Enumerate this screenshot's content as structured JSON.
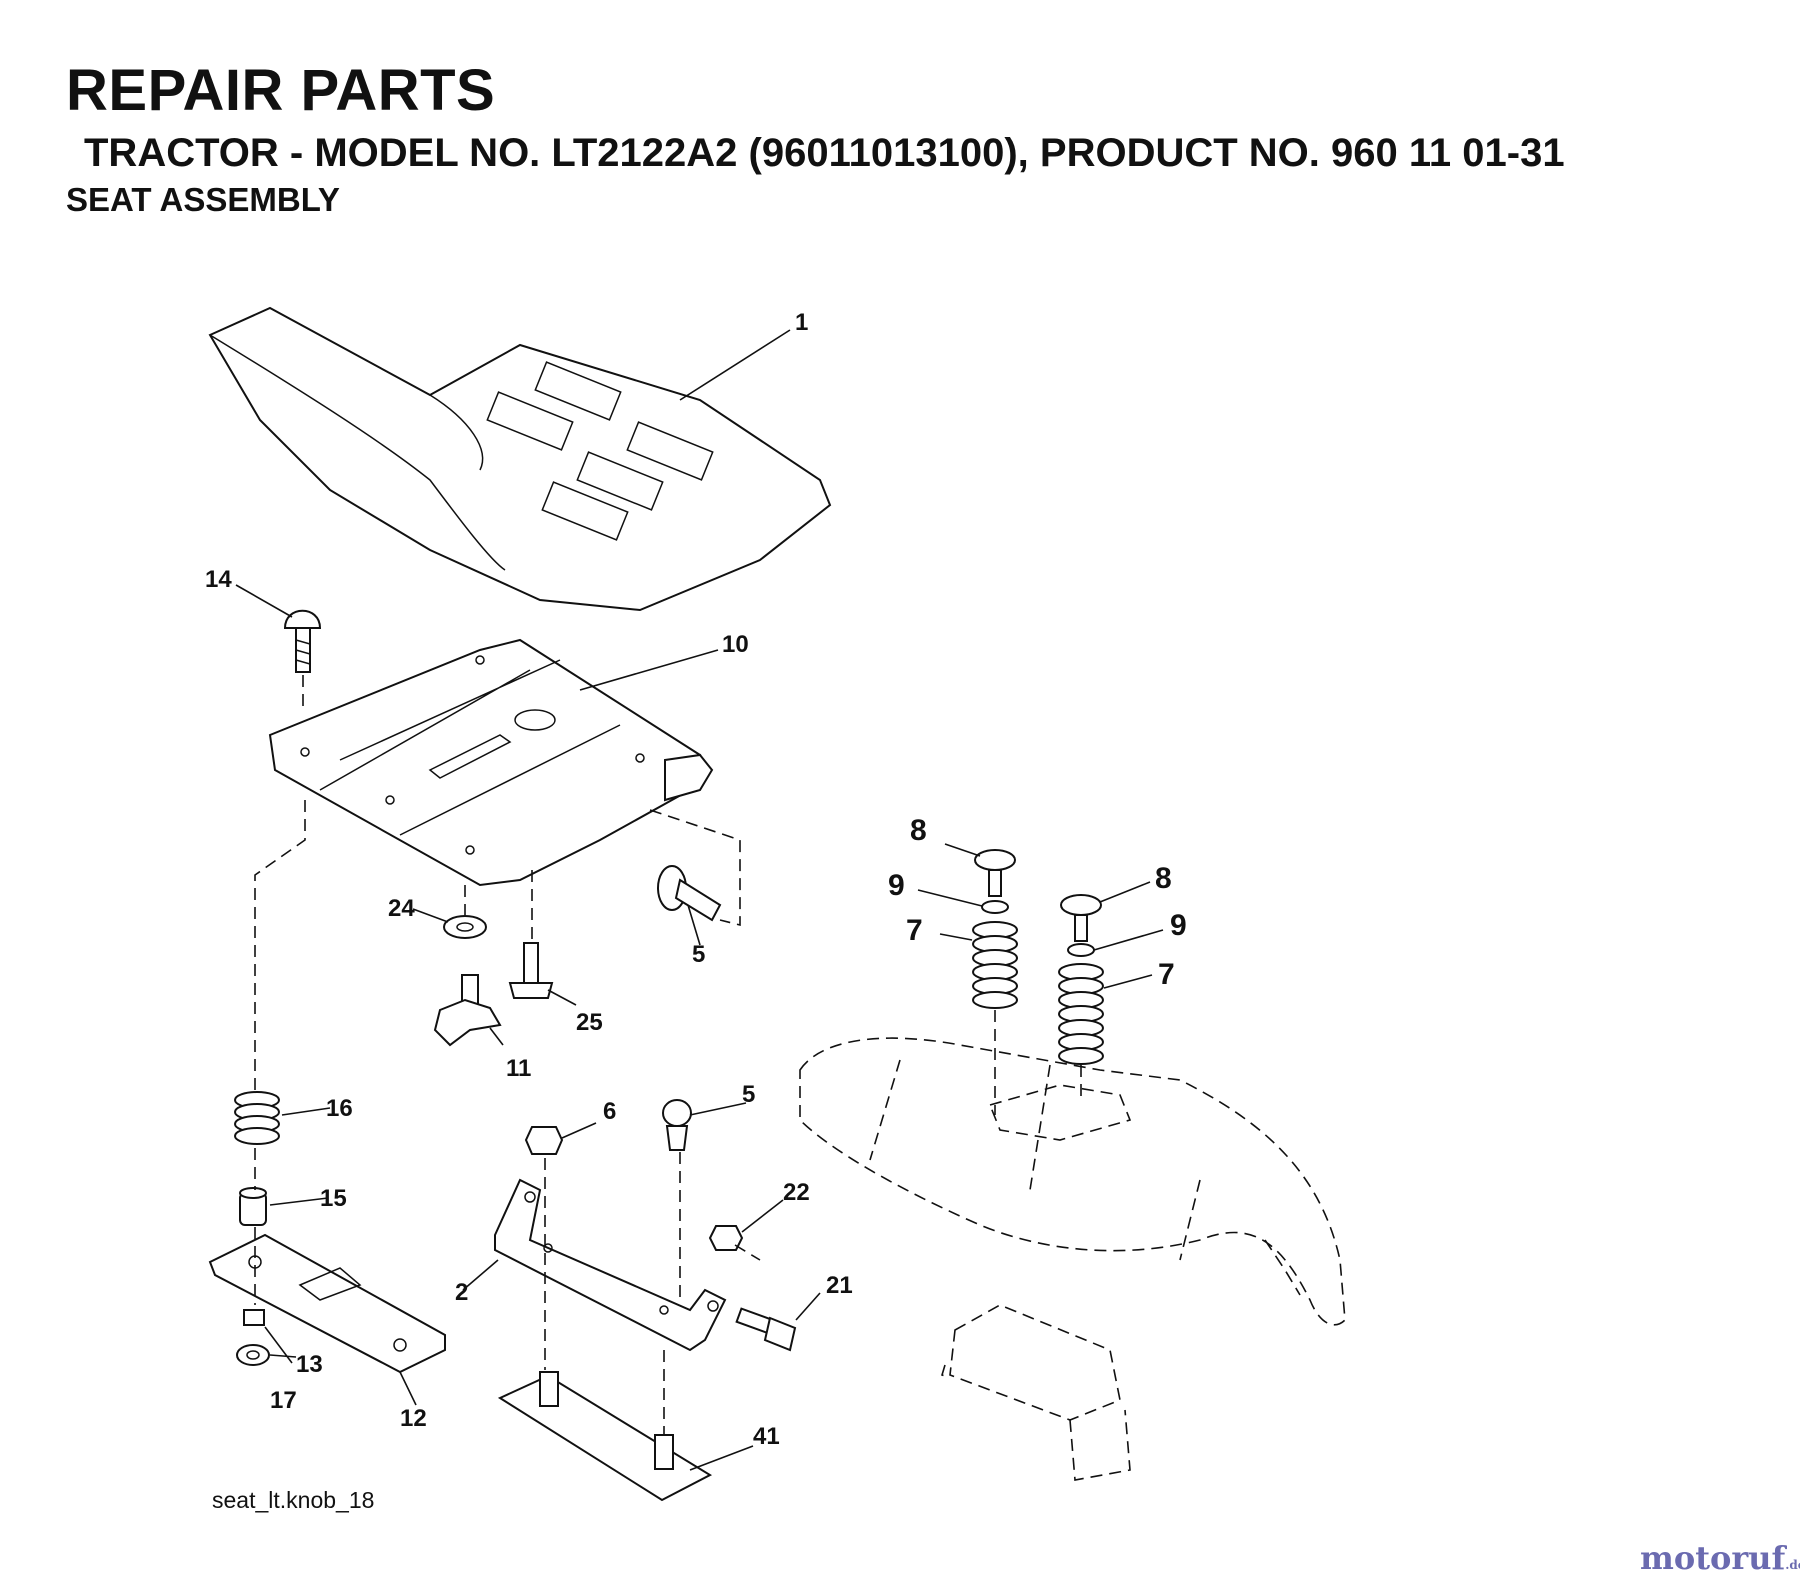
{
  "header": {
    "title": "REPAIR PARTS",
    "subtitle": "TRACTOR - MODEL NO. LT2122A2 (96011013100),  PRODUCT NO. 960 11 01-31",
    "section": "SEAT ASSEMBLY"
  },
  "callouts": {
    "p1": "1",
    "p2": "2",
    "p5a": "5",
    "p5b": "5",
    "p6": "6",
    "p7a": "7",
    "p7b": "7",
    "p8a": "8",
    "p8b": "8",
    "p9a": "9",
    "p9b": "9",
    "p10": "10",
    "p11": "11",
    "p12": "12",
    "p13": "13",
    "p14": "14",
    "p15": "15",
    "p16": "16",
    "p17": "17",
    "p21": "21",
    "p22": "22",
    "p24": "24",
    "p25": "25",
    "p41": "41"
  },
  "footer": {
    "file_label": "seat_lt.knob_18",
    "watermark_main": "motoruf",
    "watermark_suffix": ".de"
  }
}
